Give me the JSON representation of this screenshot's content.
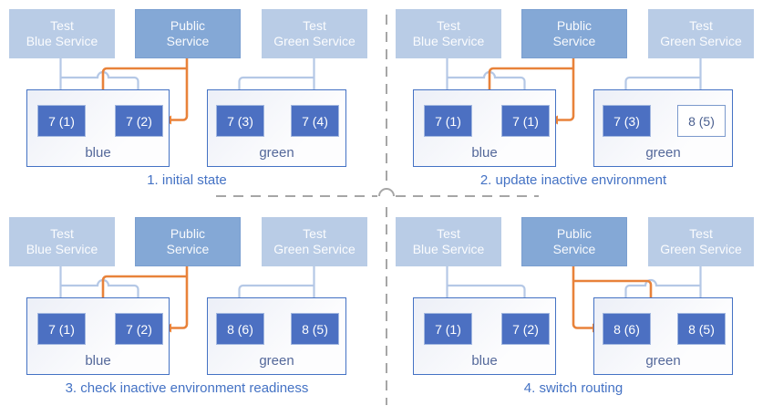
{
  "colors": {
    "light_service_fill": "#b9cce6",
    "public_service_fill": "#84a8d6",
    "public_service_border": "#7a9fd0",
    "pod_fill": "#4c70c2",
    "pod_border": "#a3b8e0",
    "pod_outline_border": "#7b99cc",
    "pod_outline_text": "#4a5f8f",
    "env_border": "#4472c4",
    "env_label_text": "#54689a",
    "orange": "#e8823a",
    "connector": "#b5c8e6",
    "dashed": "#a6a6a6",
    "caption_text": "#4472c4"
  },
  "services": {
    "test_blue": {
      "line1": "Test",
      "line2": "Blue Service"
    },
    "public": {
      "line1": "Public",
      "line2": "Service"
    },
    "test_green": {
      "line1": "Test",
      "line2": "Green Service"
    }
  },
  "panels": [
    {
      "caption": "1. initial state",
      "public_routes_to": "blue",
      "blue_env": {
        "label": "blue",
        "pods": [
          {
            "text": "7 (1)"
          },
          {
            "text": "7 (2)"
          }
        ]
      },
      "green_env": {
        "label": "green",
        "pods": [
          {
            "text": "7 (3)"
          },
          {
            "text": "7 (4)"
          }
        ]
      }
    },
    {
      "caption": "2. update inactive environment",
      "public_routes_to": "blue",
      "blue_env": {
        "label": "blue",
        "pods": [
          {
            "text": "7 (1)"
          },
          {
            "text": "7 (1)"
          }
        ]
      },
      "green_env": {
        "label": "green",
        "pods": [
          {
            "text": "7 (3)"
          },
          {
            "text": "8 (5)",
            "outlined": true
          }
        ]
      }
    },
    {
      "caption": "3. check inactive environment readiness",
      "public_routes_to": "blue",
      "blue_env": {
        "label": "blue",
        "pods": [
          {
            "text": "7 (1)"
          },
          {
            "text": "7 (2)"
          }
        ]
      },
      "green_env": {
        "label": "green",
        "pods": [
          {
            "text": "8 (6)"
          },
          {
            "text": "8 (5)"
          }
        ]
      }
    },
    {
      "caption": "4. switch routing",
      "public_routes_to": "green",
      "blue_env": {
        "label": "blue",
        "pods": [
          {
            "text": "7 (1)"
          },
          {
            "text": "7 (2)"
          }
        ]
      },
      "green_env": {
        "label": "green",
        "pods": [
          {
            "text": "8 (6)"
          },
          {
            "text": "8 (5)"
          }
        ]
      }
    }
  ]
}
